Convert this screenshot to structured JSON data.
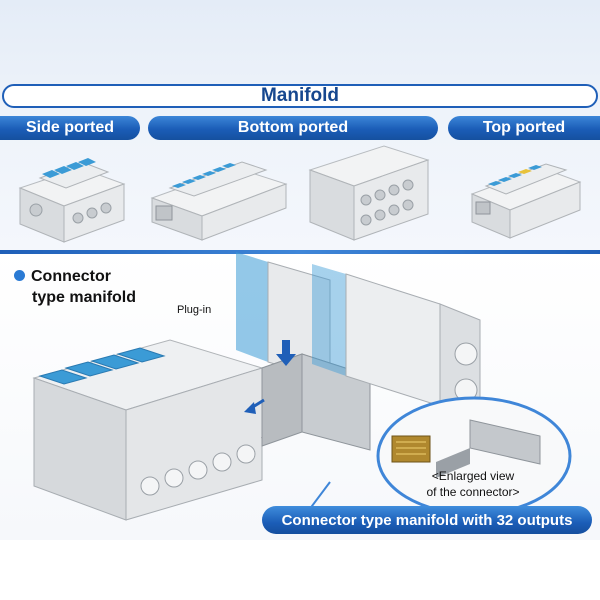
{
  "header": {
    "title": "Manifold"
  },
  "categories": {
    "side": "Side ported",
    "bottom": "Bottom ported",
    "top": "Top ported"
  },
  "connector_section": {
    "title_line1": "Connector",
    "title_line2": "type manifold",
    "plug_in_label": "Plug-in",
    "enlarged_line1": "<Enlarged view",
    "enlarged_line2": "of the connector>",
    "banner": "Connector type manifold with 32 outputs"
  },
  "colors": {
    "brand_blue": "#1f5fb8",
    "valve_cap": "#3b9bd6",
    "body_gray": "#e6e8ea"
  }
}
